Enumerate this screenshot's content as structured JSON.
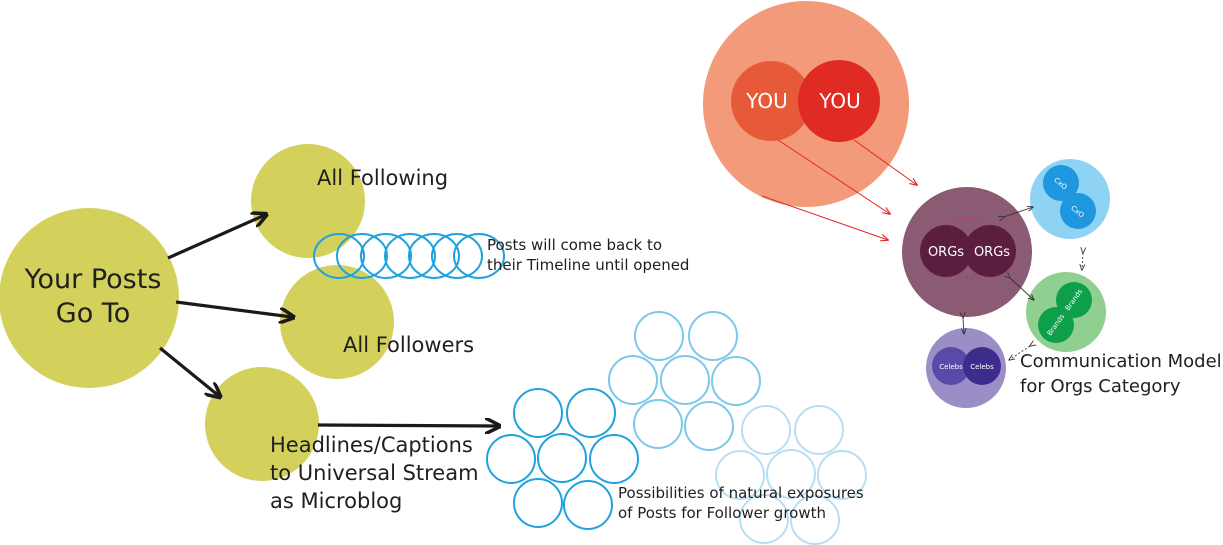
{
  "main_circle": {
    "line1": "Your Posts",
    "line2": "Go To"
  },
  "branches": {
    "following": "All Following",
    "followers": "All Followers",
    "headlines": [
      "Headlines/Captions",
      "to Universal Stream",
      "as Microblog"
    ]
  },
  "timeline_note": [
    "Posts will come back to",
    "their Timeline until opened"
  ],
  "exposure_note": [
    "Possibilities of natural exposures",
    "of Posts for Follower growth"
  ],
  "you_circle": {
    "left": "YOU",
    "right": "YOU"
  },
  "orgs_circle": {
    "left": "ORGs",
    "right": "ORGs"
  },
  "cxo_circle": {
    "top": "CxO",
    "bottom": "CxO"
  },
  "brands_circle": {
    "top": "Brands",
    "bottom": "Brands"
  },
  "celebs_circle": {
    "left": "Celebs",
    "right": "Celebs"
  },
  "comm_model": [
    "Communication Model",
    "for Orgs Category"
  ],
  "colors": {
    "olive": "#d3d05c",
    "ring_blue": "#1fa2dd",
    "ring_light": "#7cc8ea",
    "ring_pale": "#b7def2",
    "you_bg": "#f29a79",
    "you_left": "#e65a3a",
    "you_right": "#df2b23",
    "orgs_bg": "#8b5a73",
    "orgs_inner": "#5b1e3e",
    "cxo_bg": "#8fd3f4",
    "cxo_inner": "#1e97df",
    "brands_bg": "#8fcf8f",
    "brands_inner": "#0e9f4a",
    "celebs_bg": "#9b8ec7",
    "celebs_inner": "#3e2c8c",
    "arrow_red": "#e3262b",
    "arrow_dark": "#1a1a1a"
  }
}
